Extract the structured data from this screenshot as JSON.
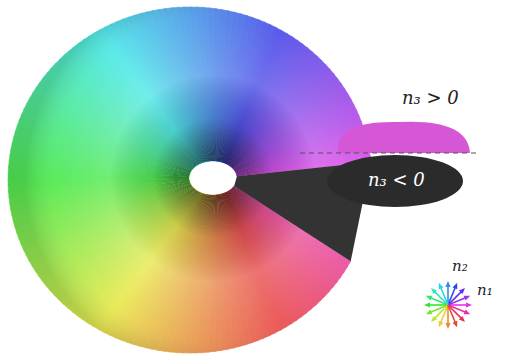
{
  "diagram": {
    "labels": [
      "n₃ > 0",
      "n₃ < 0",
      "n₁",
      "n₂"
    ]
  }
}
